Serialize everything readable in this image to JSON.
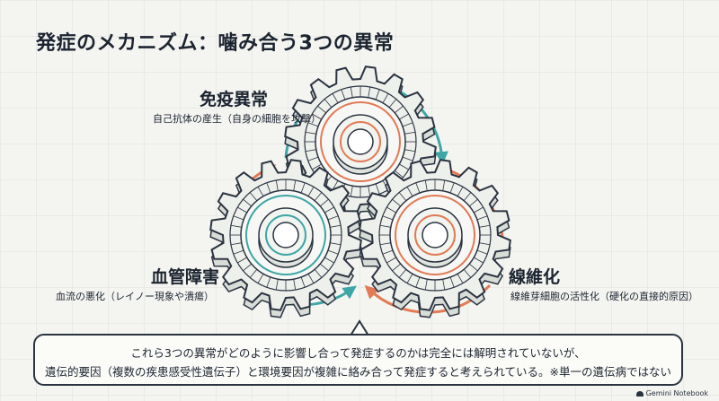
{
  "title": "発症のメカニズム：噛み合う3つの異常",
  "nodes": {
    "immune": {
      "heading": "免疫異常",
      "sub": "自己抗体の産生（自身の細胞を攻撃）"
    },
    "vascular": {
      "heading": "血管障害",
      "sub": "血流の悪化（レイノー現象や潰瘍）"
    },
    "fibrosis": {
      "heading": "線維化",
      "sub": "線維芽細胞の活性化（硬化の直接的原因）"
    }
  },
  "callout": {
    "line1": "これら3つの異常がどのように影響し合って発症するのかは完全には解明されていないが、",
    "line2": "遺伝的要因（複数の疾患感受性遺伝子）と環境要因が複雑に絡み合って発症すると考えられている。※単一の遺伝病ではない"
  },
  "brand": "Gemini Notebook",
  "colors": {
    "teal": "#3ea6a4",
    "orange": "#e27a55",
    "ink": "#2a3340",
    "gear_fill": "#eef0ec"
  }
}
